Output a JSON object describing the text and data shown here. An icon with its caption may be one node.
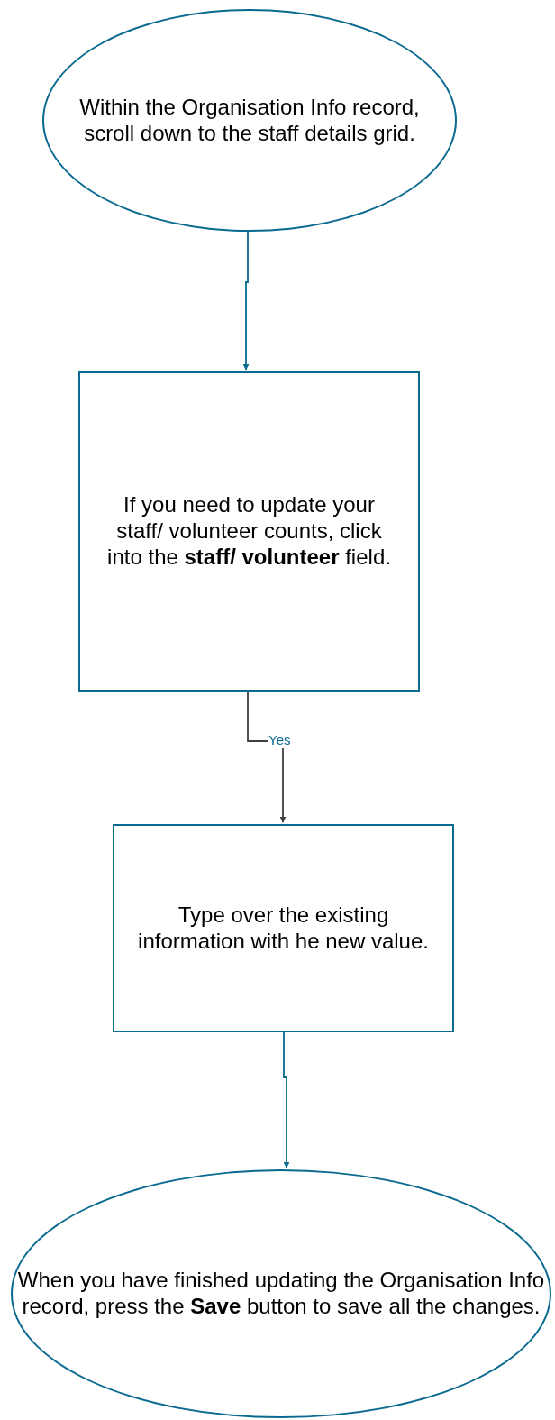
{
  "diagram": {
    "nodes": [
      {
        "text": [
          "Within the Organisation Info record, scroll down to the staff details grid."
        ]
      },
      {
        "text": [
          "If you need to update your staff/ volunteer counts, click into the **staff/ volunteer** field."
        ]
      },
      {
        "text": [
          "Type over the existing information with he new value."
        ]
      },
      {
        "text": [
          "When you have finished updating the Organisation Info record, press the **Save** button to save all the changes."
        ]
      }
    ],
    "edges": [
      {
        "from": 0,
        "to": 1,
        "arrow": "to"
      },
      {
        "from": 1,
        "to": 2,
        "arrow": "to",
        "label": "Yes",
        "color": "#404040"
      },
      {
        "from": 2,
        "to": 3,
        "arrow": "to"
      }
    ]
  }
}
